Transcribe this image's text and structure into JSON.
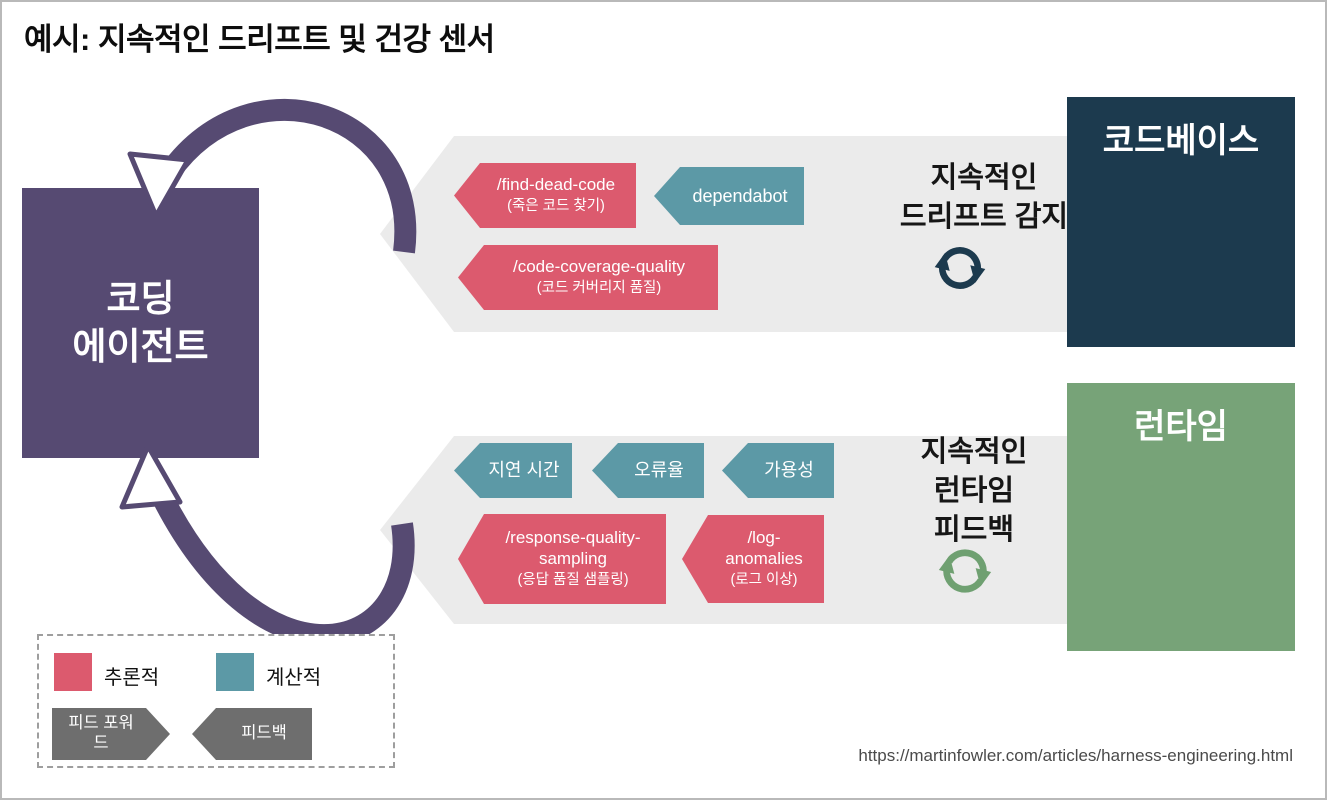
{
  "title": "예시: 지속적인 드리프트 및 건강 센서",
  "agent": {
    "label": "코딩\n에이전트"
  },
  "codebase": {
    "label": "코드베이스"
  },
  "runtime": {
    "label": "런타임"
  },
  "drift_section": {
    "heading": "지속적인\n드리프트 감지",
    "sensors": [
      {
        "label": "/find-dead-code",
        "sub": "(죽은 코드 찾기)",
        "kind": "inferential"
      },
      {
        "label": "dependabot",
        "kind": "computational"
      },
      {
        "label": "/code-coverage-quality",
        "sub": "(코드 커버리지 품질)",
        "kind": "inferential"
      }
    ]
  },
  "runtime_section": {
    "heading": "지속적인\n런타임\n피드백",
    "sensors": [
      {
        "label": "지연 시간",
        "kind": "computational"
      },
      {
        "label": "오류율",
        "kind": "computational"
      },
      {
        "label": "가용성",
        "kind": "computational"
      },
      {
        "label": "/response-quality-sampling",
        "sub": "(응답 품질 샘플링)",
        "kind": "inferential"
      },
      {
        "label": "/log-anomalies",
        "sub": "(로그 이상)",
        "kind": "inferential"
      }
    ]
  },
  "legend": {
    "inferential": "추론적",
    "computational": "계산적",
    "feed_forward": "피드 포워드",
    "feedback": "피드백"
  },
  "footer": {
    "url": "https://martinfowler.com/articles/harness-engineering.html"
  },
  "colors": {
    "inferential": "#DC5A6E",
    "computational": "#5C99A6",
    "agent": "#564A72",
    "codebase": "#1C3A4E",
    "runtime": "#77A378"
  }
}
